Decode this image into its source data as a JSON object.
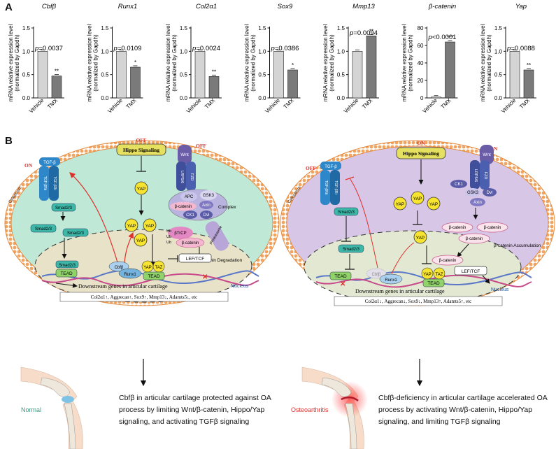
{
  "panel_a": {
    "letter": "A",
    "ylabel_line1": "mRNA relative expression level",
    "ylabel_line2": "(normalized by Gapdh)",
    "ytick_labels": [
      "0.0",
      "0.5",
      "1.0",
      "1.5"
    ],
    "beta_catenin_ytick_labels": [
      "0",
      "20",
      "40",
      "60",
      "80"
    ],
    "x_labels": [
      "Vehicle",
      "TMX"
    ]
  },
  "chart_data": [
    {
      "type": "bar",
      "title": "Cbfβ",
      "categories": [
        "Vehicle",
        "TMX"
      ],
      "values": [
        1.0,
        0.47
      ],
      "ylim": [
        0,
        1.5
      ],
      "pvalue": "p=0.0037",
      "sig": "**",
      "ylabel": "mRNA relative expression level (normalized by Gapdh)"
    },
    {
      "type": "bar",
      "title": "Runx1",
      "categories": [
        "Vehicle",
        "TMX"
      ],
      "values": [
        1.0,
        0.66
      ],
      "ylim": [
        0,
        1.5
      ],
      "pvalue": "p=0.0109",
      "sig": "*",
      "ylabel": "mRNA relative expression level (normalized by Gapdh)"
    },
    {
      "type": "bar",
      "title": "Col2α1",
      "categories": [
        "Vehicle",
        "TMX"
      ],
      "values": [
        1.0,
        0.46
      ],
      "ylim": [
        0,
        1.5
      ],
      "pvalue": "p=0.0024",
      "sig": "**",
      "ylabel": "mRNA relative expression level (normalized by Gapdh)"
    },
    {
      "type": "bar",
      "title": "Sox9",
      "categories": [
        "Vehicle",
        "TMX"
      ],
      "values": [
        1.0,
        0.6
      ],
      "ylim": [
        0,
        1.5
      ],
      "pvalue": "p=0.0386",
      "sig": "*",
      "ylabel": "mRNA relative expression level (normalized by Gapdh)"
    },
    {
      "type": "bar",
      "title": "Mmp13",
      "categories": [
        "Vehicle",
        "TMX"
      ],
      "values": [
        1.0,
        1.33
      ],
      "ylim": [
        0,
        1.5
      ],
      "pvalue": "p=0.0094",
      "sig": "**",
      "ylabel": "mRNA relative expression level (normalized by Gapdh)"
    },
    {
      "type": "bar",
      "title": "β-catenin",
      "categories": [
        "Vehicle",
        "TMX"
      ],
      "values": [
        1.0,
        64
      ],
      "ylim": [
        0,
        80
      ],
      "pvalue": "p<0.0001",
      "sig": "***",
      "ylabel": "mRNA relative expression level (normalized by Gapdh)"
    },
    {
      "type": "bar",
      "title": "Yap",
      "categories": [
        "Vehicle",
        "TMX"
      ],
      "values": [
        1.0,
        0.6
      ],
      "ylim": [
        0,
        1.5
      ],
      "pvalue": "p=0.0088",
      "sig": "**",
      "ylabel": "mRNA relative expression level (normalized by Gapdh)"
    }
  ],
  "panel_b": {
    "letter": "B",
    "left": {
      "hippo": "Hippo Signaling",
      "hippo_state": "OFF",
      "wnt_state": "OFF",
      "tgf_state": "ON",
      "wnt": "Wnt",
      "lrp": "LRP5/6",
      "fzd": "FZD",
      "tgf_receptor1": "TGF-β",
      "tgf_receptor2": "TGF-βRⅡ",
      "tgf_receptor3": "TGF-βRⅠ",
      "smad": "Smad2/3",
      "smad_p": "P",
      "yap": "YAP",
      "taz": "TAZ",
      "tead": "TEAD",
      "cbfb": "Cbfβ",
      "runx1": "Runx1",
      "lef": "LEF/TCF",
      "complex_apc": "APC",
      "complex_gsk3": "GSK3",
      "complex_axin": "Axin",
      "complex_ck1": "CK1",
      "complex_dvl": "Dvl",
      "complex_bcat": "β-catenin",
      "complex_label": "Complex",
      "ub": "Ub",
      "btrcp": "βTrCP",
      "proteasome": "Proteasome",
      "degradation": "β-catenin Degradation",
      "cytoplasm": "Cytoplasm",
      "nucleus": "Nucleus",
      "downstream": "Downstream genes in articular cartilage",
      "genes": "Col2α1↑, Aggrecan↑, Sox9↑, Mmp13↓, Adamts5↓, etc"
    },
    "right": {
      "hippo": "Hippo Signaling",
      "hippo_state": "ON",
      "wnt_state": "ON",
      "tgf_state": "OFF",
      "wnt": "Wnt",
      "lrp": "LRP5/6",
      "fzd": "FZD",
      "tgf_receptor1": "TGF-β",
      "tgf_receptor2": "TGF-βRⅡ",
      "tgf_receptor3": "TGF-βRⅠ",
      "smad": "Smad2/3",
      "smad_p": "P",
      "yap": "YAP",
      "taz": "TAZ",
      "tead": "TEAD",
      "cbfb": "Cbfβ",
      "runx1": "Runx1",
      "lef": "LEF/TCF",
      "gsk3": "GSK3",
      "ck1": "CK1",
      "dvl": "Dvl",
      "axin": "Axin",
      "bcat": "β-catenin",
      "accumulation": "β-catenin Accumulation",
      "cytoplasm": "Cytoplasm",
      "nucleus": "Nucleus",
      "downstream": "Downstream genes in articular cartilage",
      "genes": "Col2α1↓, Aggrecan↓, Sox9↓, Mmp13↑, Adamts5↑, etc"
    },
    "normal_label": "Normal",
    "oa_label": "Osteoarthritis",
    "normal_caption": [
      "Cbfβ in articular cartilage protected against OA",
      "process by limiting Wnt/β-catenin, Hippo/Yap",
      "signaling, and activating TGFβ signaling"
    ],
    "oa_caption": [
      "Cbfβ-deficiency in articular cartilage accelerated OA",
      "process by activating Wnt/β-catenin, Hippo/Yap",
      "signaling, and limiting TGFβ signaling"
    ],
    "colors": {
      "normal_cell": "#bfe8d6",
      "oa_cell": "#d8c6e6",
      "membrane": "#f0a05e",
      "yap": "#f6e430",
      "smad": "#3cb7a8",
      "tgf": "#2e87c8",
      "wnt": "#6b5ca7",
      "red": "#e0302a",
      "hippo": "#e6e060"
    }
  }
}
